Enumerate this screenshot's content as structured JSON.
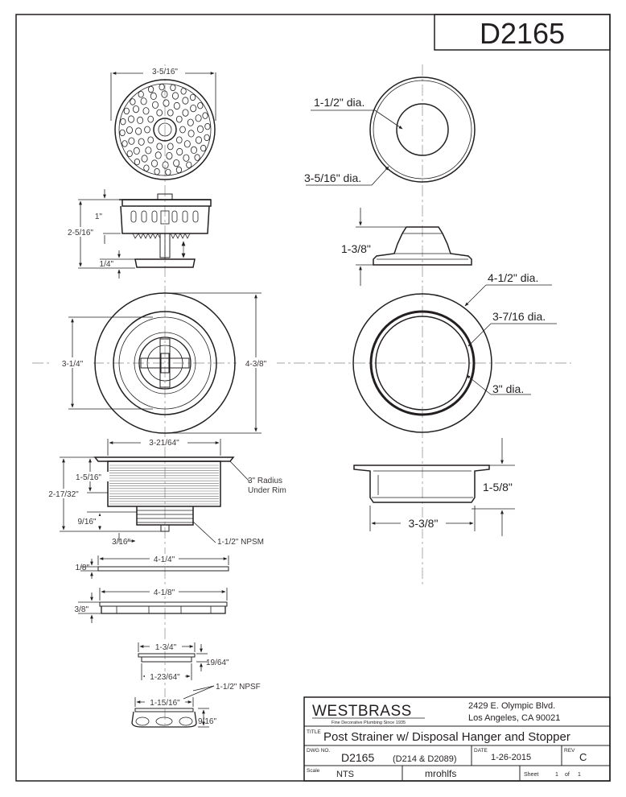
{
  "drawing_number_header": "D2165",
  "left_column_dims": {
    "strainer_top_width": "3-5/16\"",
    "basket_height_upper": "1\"",
    "basket_height_total": "2-5/16\"",
    "stopper_gap": "1/4\"",
    "flange_width": "3-1/4\"",
    "flange_od": "4-3/8\"",
    "body_width": "3-21/64\"",
    "body_upper_height": "1-5/16\"",
    "body_total_height": "2-17/32\"",
    "body_lower_height": "9/16\"",
    "radius_note_line1": "3\" Radius",
    "radius_note_line2": "Under Rim",
    "thread_offset": "3/16\"",
    "thread_spec": "1-1/2\" NPSM",
    "gasket_thickness": "1/8\"",
    "gasket_width": "4-1/4\"",
    "washer_width": "4-1/8\"",
    "washer_height": "3/8\"",
    "nut_width": "1-3/4\"",
    "nut_height": "19/64\"",
    "nut_inner": "1-23/64\"",
    "nut_thread_spec": "1-1/2\" NPSF",
    "lock_nut_width": "1-15/16\"",
    "lock_nut_height": "9/16\""
  },
  "right_column_dims": {
    "stopper_inner_dia": "1-1/2\" dia.",
    "stopper_outer_dia": "3-5/16\" dia.",
    "stopper_height": "1-3/8\"",
    "flange_outer_dia": "4-1/2\" dia.",
    "flange_mid_dia": "3-7/16 dia.",
    "flange_inner_dia": "3\" dia.",
    "hub_height": "1-5/8\"",
    "hub_width": "3-3/8\""
  },
  "title_block": {
    "company": "WESTBRASS",
    "tagline": "Fine Decorative Plumbing Since 1935",
    "address_line1": "2429 E. Olympic Blvd.",
    "address_line2": "Los Angeles, CA 90021",
    "title_label": "TITLE",
    "title": "Post Strainer w/ Disposal Hanger and Stopper",
    "dwg_label": "DWG NO.",
    "dwg_no": "D2165",
    "related": "(D214 & D2089)",
    "date_label": "DATE",
    "date": "1-26-2015",
    "rev_label": "REV",
    "rev": "C",
    "scale_label": "Scale",
    "scale": "NTS",
    "drawn_by": "mrohlfs",
    "sheet_label": "Sheet",
    "sheet_no": "1",
    "sheet_of": "of",
    "sheet_total": "1"
  }
}
